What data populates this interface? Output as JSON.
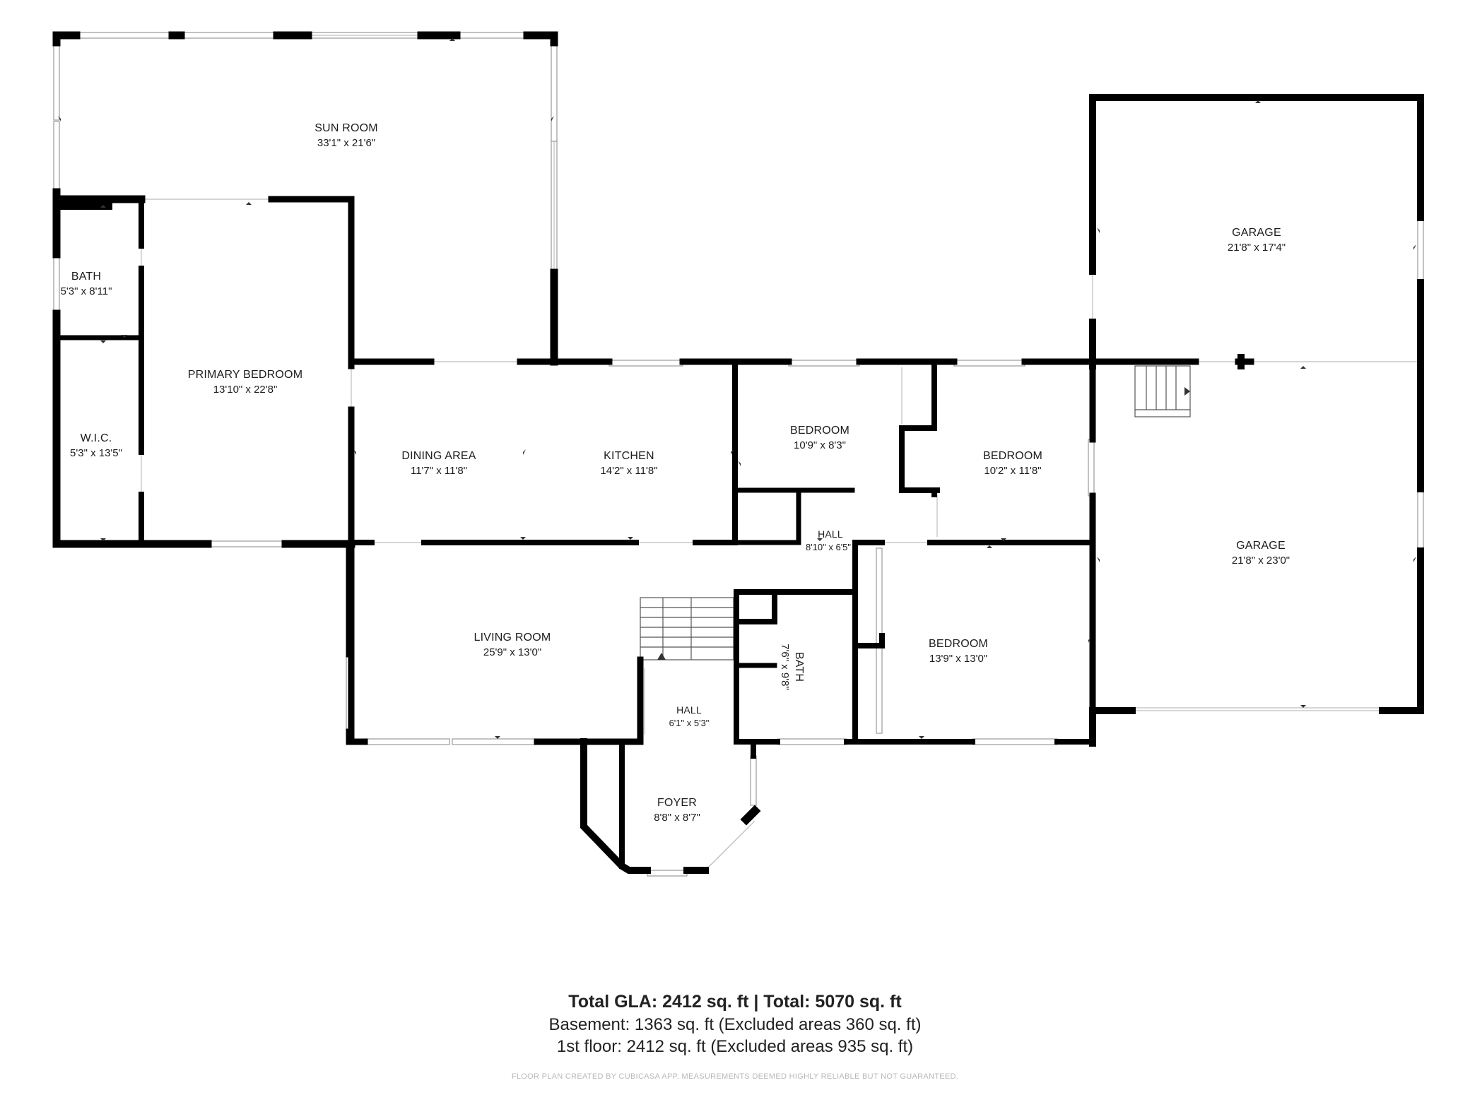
{
  "rooms": {
    "sun_room": {
      "name": "SUN ROOM",
      "dims": "33'1\" x 21'6\""
    },
    "bath_primary": {
      "name": "BATH",
      "dims": "5'3\" x 8'11\""
    },
    "primary_bedroom": {
      "name": "PRIMARY BEDROOM",
      "dims": "13'10\" x 22'8\""
    },
    "wic": {
      "name": "W.I.C.",
      "dims": "5'3\" x 13'5\""
    },
    "dining_area": {
      "name": "DINING AREA",
      "dims": "11'7\" x 11'8\""
    },
    "kitchen": {
      "name": "KITCHEN",
      "dims": "14'2\" x 11'8\""
    },
    "bedroom_1": {
      "name": "BEDROOM",
      "dims": "10'9\" x 8'3\""
    },
    "bedroom_2": {
      "name": "BEDROOM",
      "dims": "10'2\" x 11'8\""
    },
    "hall_1": {
      "name": "HALL",
      "dims": "8'10\" x 6'5\""
    },
    "garage_1": {
      "name": "GARAGE",
      "dims": "21'8\" x 17'4\""
    },
    "garage_2": {
      "name": "GARAGE",
      "dims": "21'8\" x 23'0\""
    },
    "living_room": {
      "name": "LIVING ROOM",
      "dims": "25'9\" x 13'0\""
    },
    "bath_hall": {
      "name": "BATH",
      "dims": "7'6\" x 9'8\""
    },
    "bedroom_3": {
      "name": "BEDROOM",
      "dims": "13'9\" x 13'0\""
    },
    "hall_2": {
      "name": "HALL",
      "dims": "6'1\" x 5'3\""
    },
    "foyer": {
      "name": "FOYER",
      "dims": "8'8\" x 8'7\""
    }
  },
  "summary": {
    "total": "Total GLA: 2412 sq. ft | Total: 5070 sq. ft",
    "basement": "Basement: 1363 sq. ft (Excluded areas 360 sq. ft)",
    "first_floor": "1st floor: 2412 sq. ft (Excluded areas 935 sq. ft)"
  },
  "credit": "FLOOR PLAN CREATED BY CUBICASA APP. MEASUREMENTS DEEMED HIGHLY RELIABLE BUT NOT GUARANTEED."
}
